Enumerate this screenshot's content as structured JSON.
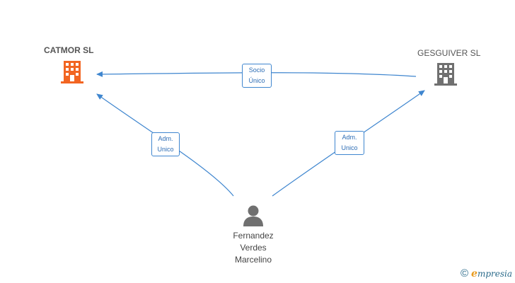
{
  "nodes": {
    "catmor": {
      "name": "CATMOR  SL",
      "color": "#f26522"
    },
    "gesguiver": {
      "name": "GESGUIVER SL",
      "color": "#707070"
    },
    "person": {
      "line1": "Fernandez",
      "line2": "Verdes",
      "line3": "Marcelino",
      "color": "#707070"
    }
  },
  "edges": {
    "socio": {
      "line1": "Socio",
      "line2": "Único"
    },
    "adm_left": {
      "line1": "Adm.",
      "line2": "Unico"
    },
    "adm_right": {
      "line1": "Adm.",
      "line2": "Unico"
    }
  },
  "colors": {
    "edge": "#3f86cf"
  },
  "footer": {
    "copyright": "©",
    "brand_initial": "e",
    "brand_rest": "mpresia"
  }
}
